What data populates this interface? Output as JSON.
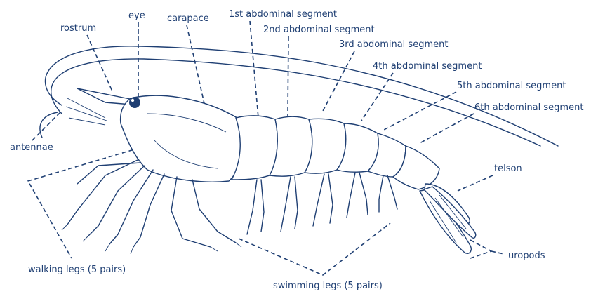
{
  "colors": {
    "ink": "#1f3f73",
    "background": "#ffffff"
  },
  "labels": {
    "eye": "eye",
    "rostrum": "rostrum",
    "carapace": "carapace",
    "seg1": "1st abdominal segment",
    "seg2": "2nd abdominal segment",
    "seg3": "3rd abdominal segment",
    "seg4": "4th abdominal segment",
    "seg5": "5th abdominal segment",
    "seg6": "6th abdominal segment",
    "antennae": "antennae",
    "telson": "telson",
    "uropods": "uropods",
    "walking_legs": "walking legs (5 pairs)",
    "swimming_legs": "swimming legs (5 pairs)"
  }
}
